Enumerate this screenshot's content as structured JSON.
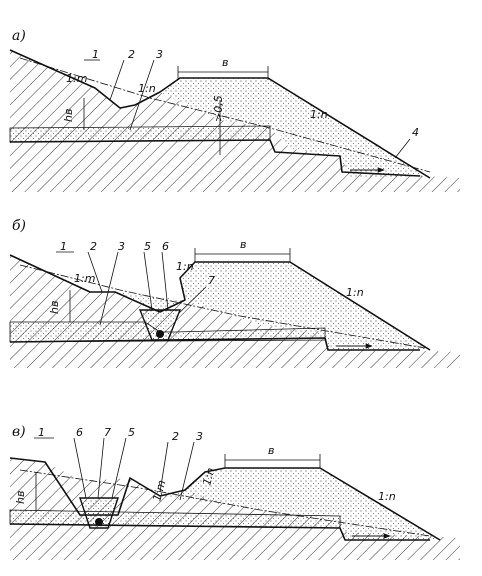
{
  "panels": [
    {
      "id": "a",
      "panel_label": "а)",
      "callouts": [
        "1",
        "2",
        "3",
        "4"
      ],
      "slope_left": "1:m",
      "slope_mid": "1:n",
      "slope_right": "1:n",
      "width_label": "в",
      "depth_label": "hв",
      "offset_label": ">0,5"
    },
    {
      "id": "b",
      "panel_label": "б)",
      "callouts": [
        "1",
        "2",
        "3",
        "5",
        "6",
        "7"
      ],
      "slope_left": "1:m",
      "slope_mid": "1:n",
      "slope_right": "1:n",
      "width_label": "в",
      "depth_label": "hв"
    },
    {
      "id": "c",
      "panel_label": "в)",
      "callouts": [
        "1",
        "6",
        "7",
        "5",
        "2",
        "3"
      ],
      "slope_left": "1:m",
      "slope_mid": "1:n",
      "slope_right": "1:n",
      "width_label": "в",
      "depth_label": "hв"
    }
  ]
}
